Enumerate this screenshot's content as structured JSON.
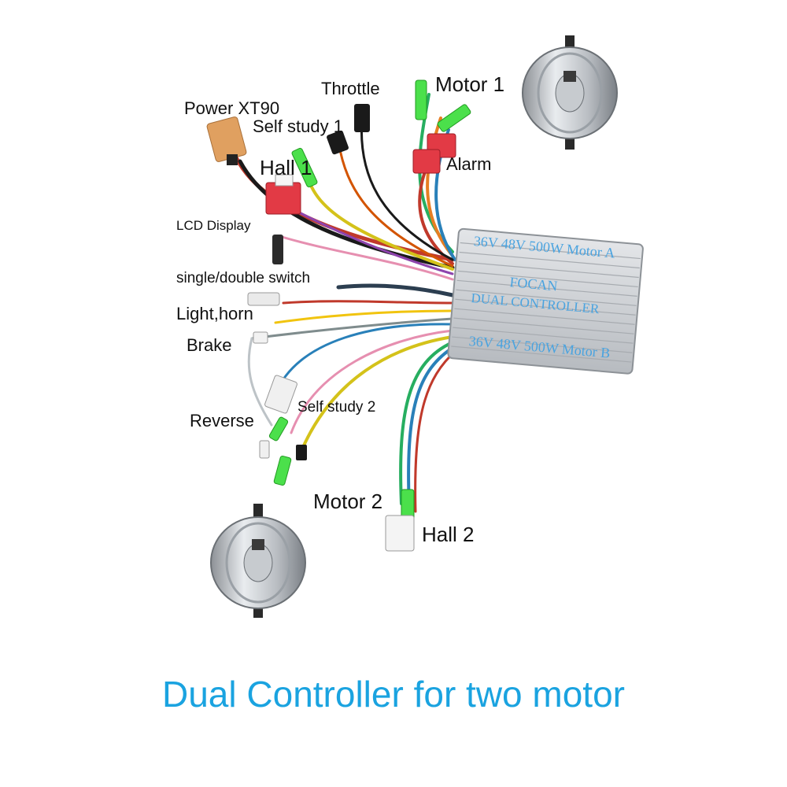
{
  "labels": {
    "motor1": "Motor 1",
    "throttle": "Throttle",
    "power_xt90": "Power XT90",
    "self_study_1": "Self study 1",
    "alarm": "Alarm",
    "hall1": "Hall 1",
    "lcd_display": "LCD Display",
    "single_double_switch": "single/double switch",
    "light_horn": "Light,horn",
    "brake": "Brake",
    "reverse": "Reverse",
    "self_study_2": "Self study 2",
    "motor2": "Motor 2",
    "hall2": "Hall 2"
  },
  "controller_plate": {
    "line1": "36V 48V 500W Motor A",
    "line2": "FOCAN",
    "line3": "DUAL CONTROLLER",
    "line4": "36V 48V 500W Motor B"
  },
  "caption": "Dual Controller for two motor",
  "colors": {
    "caption": "#1aa3e0",
    "plate_text": "#4aa3df",
    "controller_body": "#c9ccd0",
    "connector_green": "#4be04b",
    "connector_red": "#e23a45",
    "connector_orange": "#e0a060"
  }
}
